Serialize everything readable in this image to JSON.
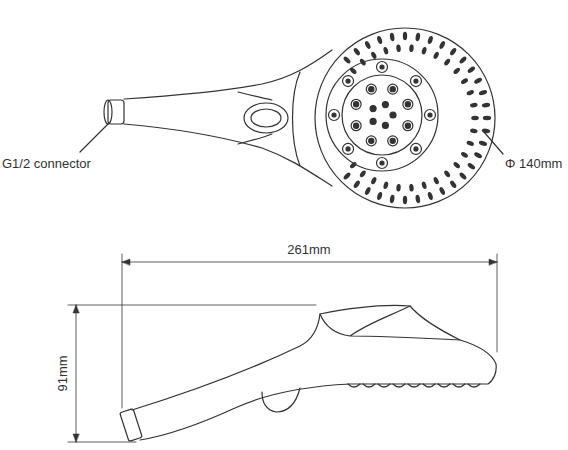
{
  "diagram": {
    "labels": [
      "G1/2 connector",
      "Φ 140mm",
      "261mm",
      "91mm"
    ]
  }
}
